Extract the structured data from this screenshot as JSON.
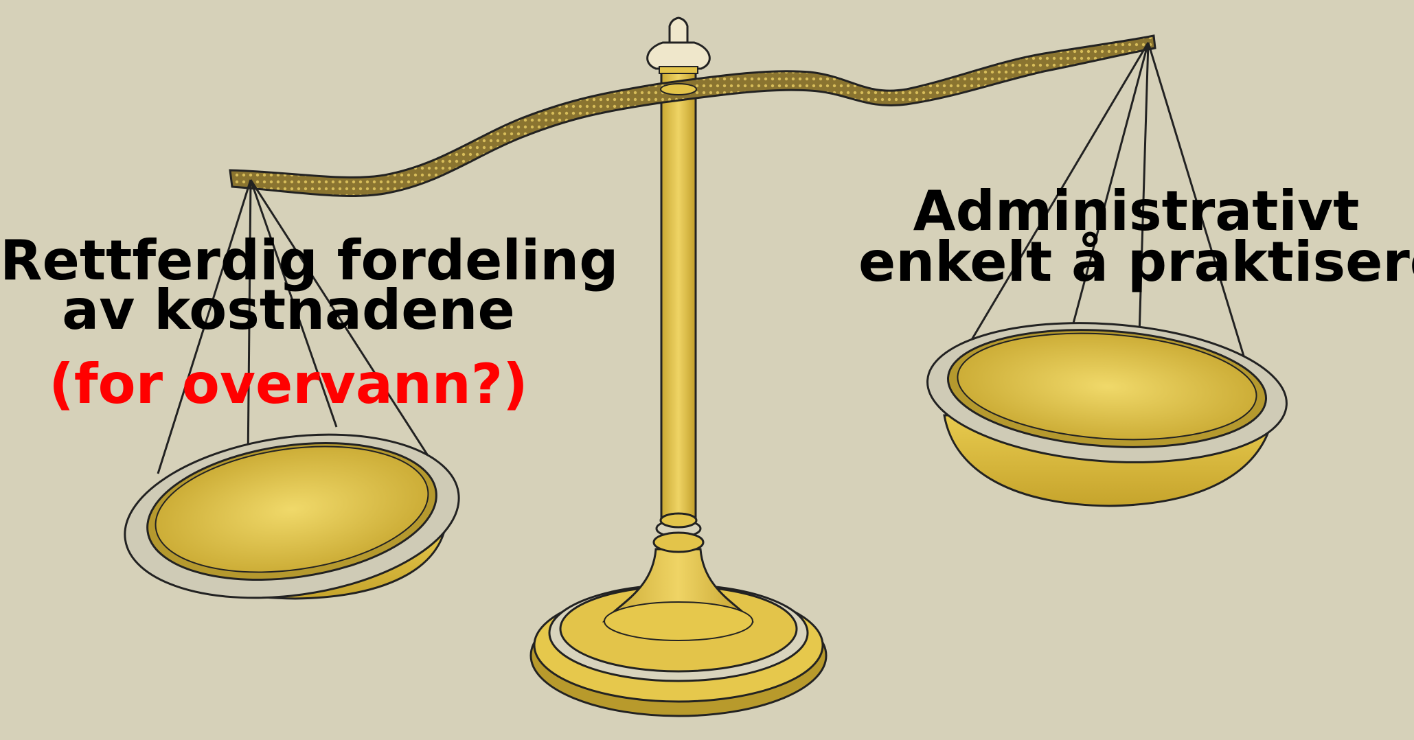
{
  "colors": {
    "background": "#d6d1b9",
    "brass": "#e3c44a",
    "brass_dark": "#a88a1e",
    "rim_silver": "#cfcbb6",
    "text": "#000000",
    "accent_red": "#ff0000"
  },
  "left_pan": {
    "line1": "Rettferdig fordeling",
    "line2": "av kostnadene",
    "line3": "(for overvann?)"
  },
  "right_pan": {
    "line1": "Administrativt",
    "line2": "enkelt å praktisere"
  }
}
